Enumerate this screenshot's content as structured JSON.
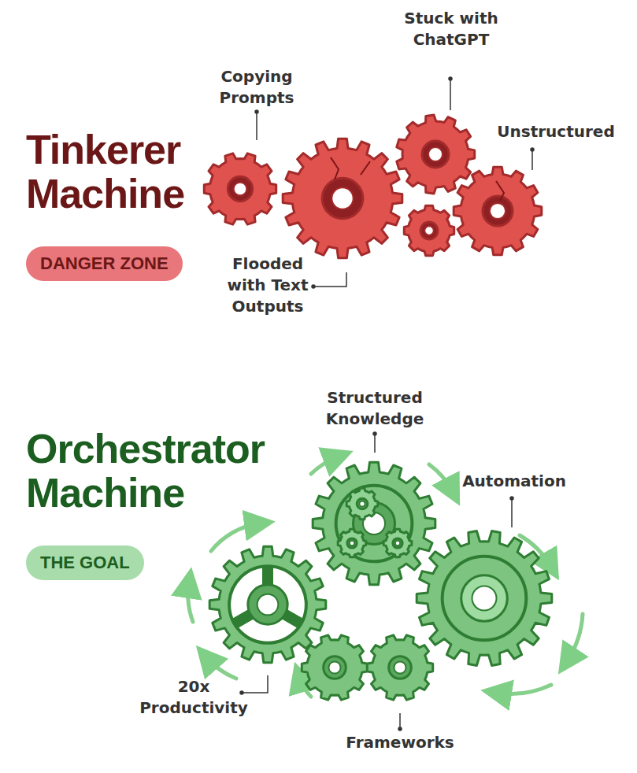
{
  "diagram": {
    "nodes": [
      {
        "text": [
          "Tinkerer Machine",
          "DANGER ZONE"
        ]
      },
      {
        "text": [
          "Orchestrator Machine",
          "THE GOAL"
        ]
      }
    ],
    "labels": [
      "Copying Prompts",
      "Stuck with ChatGPT",
      "Unstructured",
      "Flooded with Text Outputs",
      "Structured Knowledge",
      "Automation",
      "20x Productivity",
      "Frameworks"
    ]
  }
}
